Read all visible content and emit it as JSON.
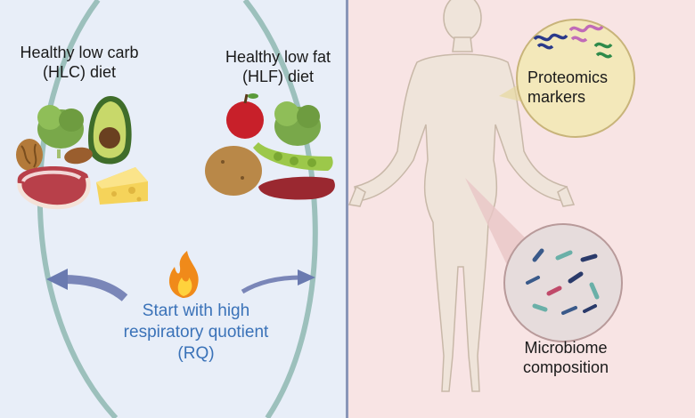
{
  "left_panel": {
    "hlc_diet": {
      "line1": "Healthy low carb",
      "line2": "(HLC) diet"
    },
    "hlf_diet": {
      "line1": "Healthy low fat",
      "line2": "(HLF) diet"
    },
    "rq_text": {
      "line1": "Start with high",
      "line2": "respiratory quotient",
      "line3": "(RQ)"
    }
  },
  "right_panel": {
    "proteomics": {
      "line1": "Proteomics",
      "line2": "markers"
    },
    "microbiome": {
      "line1": "Microbiome",
      "line2": "composition"
    }
  },
  "colors": {
    "left_bg": "#e8eef8",
    "right_bg": "#f8e4e4",
    "rq_text": "#3a72b8",
    "arrow": "#6a7ab0",
    "loop": "#9cc0bc"
  },
  "icons": [
    "kale-icon",
    "avocado-icon",
    "walnut-icon",
    "almond-icon",
    "steak-icon",
    "cheese-icon",
    "apple-icon",
    "edamame-icon",
    "potato-icon",
    "beef-icon",
    "flame-icon",
    "human-body-icon",
    "protein-strands-icon",
    "bacteria-icon"
  ]
}
